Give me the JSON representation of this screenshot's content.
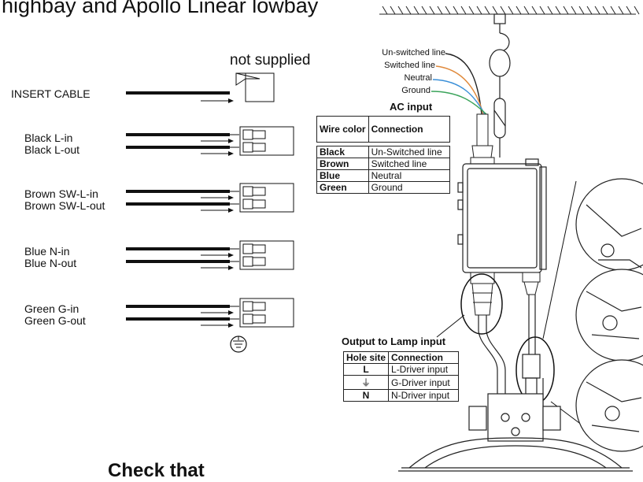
{
  "header": {
    "title_partial": "highbay and Apollo Linear lowbay"
  },
  "footer": {
    "partial_heading": "Check that"
  },
  "cable_section": {
    "not_supplied": "not supplied",
    "insert_cable": "INSERT CABLE",
    "groups": [
      {
        "label_in": "Black L-in",
        "label_out": "Black L-out"
      },
      {
        "label_in": "Brown SW-L-in",
        "label_out": "Brown SW-L-out"
      },
      {
        "label_in": "Blue N-in",
        "label_out": "Blue N-out"
      },
      {
        "label_in": "Green G-in",
        "label_out": "Green G-out"
      }
    ],
    "ground_symbol": "ground-icon"
  },
  "wire_labels": {
    "unswitched": "Un-switched line",
    "switched": "Switched line",
    "neutral": "Neutral",
    "ground": "Ground",
    "colors": {
      "unswitched": "#222222",
      "switched": "#e08a3c",
      "neutral": "#3a8fd8",
      "ground": "#3aa35a"
    }
  },
  "ac_input": {
    "title": "AC input",
    "headers": [
      "Wire color",
      "Connection"
    ],
    "rows": [
      {
        "color": "Black",
        "connection": "Un-Switched line"
      },
      {
        "color": "Brown",
        "connection": "Switched line"
      },
      {
        "color": "Blue",
        "connection": "Neutral"
      },
      {
        "color": "Green",
        "connection": "Ground"
      }
    ]
  },
  "output": {
    "title": "Output to Lamp input",
    "headers": [
      "Hole site",
      "Connection"
    ],
    "rows": [
      {
        "site": "L",
        "connection": "L-Driver input"
      },
      {
        "site": "⏚",
        "connection": "G-Driver input"
      },
      {
        "site": "N",
        "connection": "N-Driver input"
      }
    ]
  }
}
